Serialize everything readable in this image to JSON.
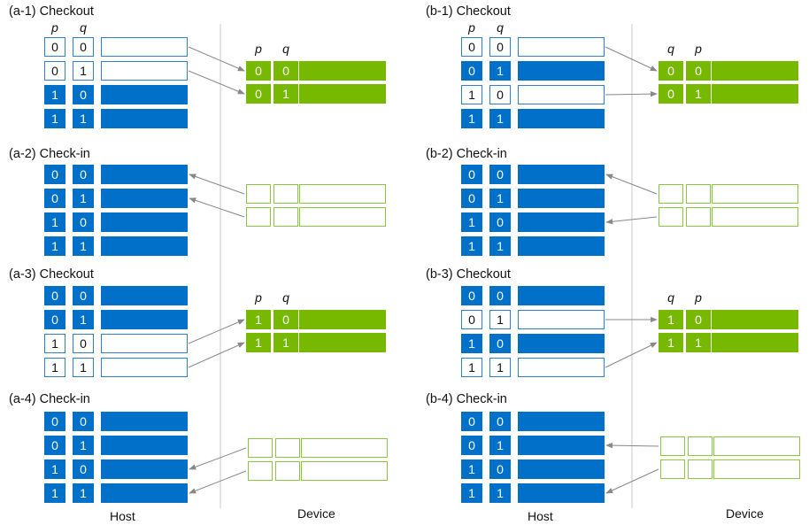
{
  "colors": {
    "host_filled": "#0070c9",
    "host_outline": "#2f7fd0",
    "device_filled": "#76b900",
    "device_outline": "#8cc63f",
    "arrow": "#888888",
    "divider": "#c8c8c8"
  },
  "labels": {
    "host": "Host",
    "device": "Device"
  },
  "panels": [
    {
      "id": "a1",
      "title": "(a-1) Checkout",
      "host_headers": [
        "p",
        "q"
      ],
      "device_headers": [
        "p",
        "q"
      ],
      "host_rows": [
        {
          "v1": "0",
          "v2": "0",
          "state": "outline"
        },
        {
          "v1": "0",
          "v2": "1",
          "state": "outline"
        },
        {
          "v1": "1",
          "v2": "0",
          "state": "filled"
        },
        {
          "v1": "1",
          "v2": "1",
          "state": "filled"
        }
      ],
      "device_rows": [
        {
          "v1": "0",
          "v2": "0",
          "state": "filled"
        },
        {
          "v1": "0",
          "v2": "1",
          "state": "filled"
        }
      ],
      "arrows": [
        {
          "direction": "to_device",
          "host_row": 0,
          "device_row": 0
        },
        {
          "direction": "to_device",
          "host_row": 1,
          "device_row": 1
        }
      ]
    },
    {
      "id": "a2",
      "title": "(a-2) Check-in",
      "host_headers": [],
      "device_headers": [],
      "host_rows": [
        {
          "v1": "0",
          "v2": "0",
          "state": "filled"
        },
        {
          "v1": "0",
          "v2": "1",
          "state": "filled"
        },
        {
          "v1": "1",
          "v2": "0",
          "state": "filled"
        },
        {
          "v1": "1",
          "v2": "1",
          "state": "filled"
        }
      ],
      "device_rows": [
        {
          "v1": "",
          "v2": "",
          "state": "outline"
        },
        {
          "v1": "",
          "v2": "",
          "state": "outline"
        }
      ],
      "arrows": [
        {
          "direction": "to_host",
          "host_row": 0,
          "device_row": 0
        },
        {
          "direction": "to_host",
          "host_row": 1,
          "device_row": 1
        }
      ]
    },
    {
      "id": "a3",
      "title": "(a-3) Checkout",
      "host_headers": [],
      "device_headers": [
        "p",
        "q"
      ],
      "host_rows": [
        {
          "v1": "0",
          "v2": "0",
          "state": "filled"
        },
        {
          "v1": "0",
          "v2": "1",
          "state": "filled"
        },
        {
          "v1": "1",
          "v2": "0",
          "state": "outline"
        },
        {
          "v1": "1",
          "v2": "1",
          "state": "outline"
        }
      ],
      "device_rows": [
        {
          "v1": "1",
          "v2": "0",
          "state": "filled"
        },
        {
          "v1": "1",
          "v2": "1",
          "state": "filled"
        }
      ],
      "arrows": [
        {
          "direction": "to_device",
          "host_row": 2,
          "device_row": 0
        },
        {
          "direction": "to_device",
          "host_row": 3,
          "device_row": 1
        }
      ]
    },
    {
      "id": "a4",
      "title": "(a-4) Check-in",
      "host_headers": [],
      "device_headers": [],
      "host_rows": [
        {
          "v1": "0",
          "v2": "0",
          "state": "filled"
        },
        {
          "v1": "0",
          "v2": "1",
          "state": "filled"
        },
        {
          "v1": "1",
          "v2": "0",
          "state": "filled"
        },
        {
          "v1": "1",
          "v2": "1",
          "state": "filled"
        }
      ],
      "device_rows": [
        {
          "v1": "",
          "v2": "",
          "state": "outline"
        },
        {
          "v1": "",
          "v2": "",
          "state": "outline"
        }
      ],
      "arrows": [
        {
          "direction": "to_host",
          "host_row": 2,
          "device_row": 0
        },
        {
          "direction": "to_host",
          "host_row": 3,
          "device_row": 1
        }
      ]
    },
    {
      "id": "b1",
      "title": "(b-1) Checkout",
      "host_headers": [
        "p",
        "q"
      ],
      "device_headers": [
        "q",
        "p"
      ],
      "host_rows": [
        {
          "v1": "0",
          "v2": "0",
          "state": "outline"
        },
        {
          "v1": "0",
          "v2": "1",
          "state": "filled"
        },
        {
          "v1": "1",
          "v2": "0",
          "state": "outline"
        },
        {
          "v1": "1",
          "v2": "1",
          "state": "filled"
        }
      ],
      "device_rows": [
        {
          "v1": "0",
          "v2": "0",
          "state": "filled"
        },
        {
          "v1": "0",
          "v2": "1",
          "state": "filled"
        }
      ],
      "arrows": [
        {
          "direction": "to_device",
          "host_row": 0,
          "device_row": 0
        },
        {
          "direction": "to_device",
          "host_row": 2,
          "device_row": 1
        }
      ]
    },
    {
      "id": "b2",
      "title": "(b-2) Check-in",
      "host_headers": [],
      "device_headers": [],
      "host_rows": [
        {
          "v1": "0",
          "v2": "0",
          "state": "filled"
        },
        {
          "v1": "0",
          "v2": "1",
          "state": "filled"
        },
        {
          "v1": "1",
          "v2": "0",
          "state": "filled"
        },
        {
          "v1": "1",
          "v2": "1",
          "state": "filled"
        }
      ],
      "device_rows": [
        {
          "v1": "",
          "v2": "",
          "state": "outline"
        },
        {
          "v1": "",
          "v2": "",
          "state": "outline"
        }
      ],
      "arrows": [
        {
          "direction": "to_host",
          "host_row": 0,
          "device_row": 0
        },
        {
          "direction": "to_host",
          "host_row": 2,
          "device_row": 1
        }
      ]
    },
    {
      "id": "b3",
      "title": "(b-3) Checkout",
      "host_headers": [],
      "device_headers": [
        "q",
        "p"
      ],
      "host_rows": [
        {
          "v1": "0",
          "v2": "0",
          "state": "filled"
        },
        {
          "v1": "0",
          "v2": "1",
          "state": "outline"
        },
        {
          "v1": "1",
          "v2": "0",
          "state": "filled"
        },
        {
          "v1": "1",
          "v2": "1",
          "state": "outline"
        }
      ],
      "device_rows": [
        {
          "v1": "1",
          "v2": "0",
          "state": "filled"
        },
        {
          "v1": "1",
          "v2": "1",
          "state": "filled"
        }
      ],
      "arrows": [
        {
          "direction": "to_device",
          "host_row": 1,
          "device_row": 0
        },
        {
          "direction": "to_device",
          "host_row": 3,
          "device_row": 1
        }
      ]
    },
    {
      "id": "b4",
      "title": "(b-4) Check-in",
      "host_headers": [],
      "device_headers": [],
      "host_rows": [
        {
          "v1": "0",
          "v2": "0",
          "state": "filled"
        },
        {
          "v1": "0",
          "v2": "1",
          "state": "filled"
        },
        {
          "v1": "1",
          "v2": "0",
          "state": "filled"
        },
        {
          "v1": "1",
          "v2": "1",
          "state": "filled"
        }
      ],
      "device_rows": [
        {
          "v1": "",
          "v2": "",
          "state": "outline"
        },
        {
          "v1": "",
          "v2": "",
          "state": "outline"
        }
      ],
      "arrows": [
        {
          "direction": "to_host",
          "host_row": 1,
          "device_row": 0
        },
        {
          "direction": "to_host",
          "host_row": 3,
          "device_row": 1
        }
      ]
    }
  ]
}
